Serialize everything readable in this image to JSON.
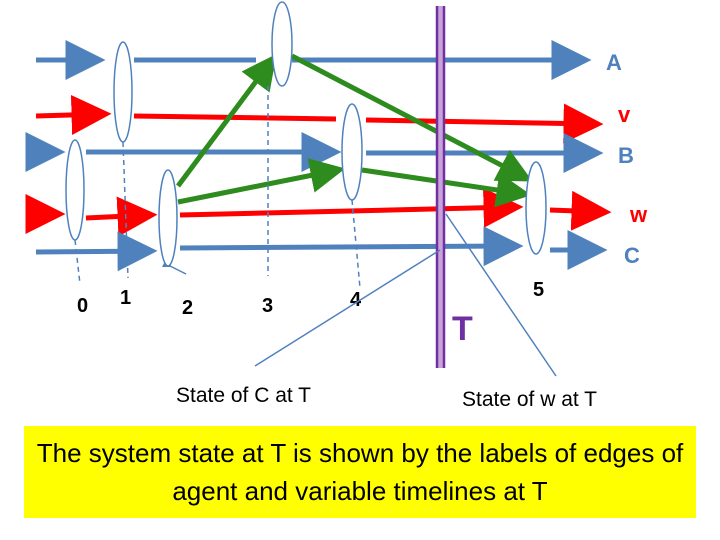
{
  "colors": {
    "agent": "#4f81bd",
    "variable": "#ff0000",
    "message": "#2e8b1e",
    "time_cut": "#7030a0",
    "time_cut_fill": "#c8a2d8",
    "ellipse_stroke": "#4f81bd",
    "caption_bg": "#ffff00",
    "event_label": "#000000",
    "note_label": "#000000"
  },
  "timelines": [
    {
      "key": "A",
      "label": "A",
      "kind": "agent"
    },
    {
      "key": "v",
      "label": "v",
      "kind": "variable"
    },
    {
      "key": "B",
      "label": "B",
      "kind": "agent"
    },
    {
      "key": "w",
      "label": "w",
      "kind": "variable"
    },
    {
      "key": "C",
      "label": "C",
      "kind": "agent"
    }
  ],
  "events": [
    {
      "id": "e0",
      "label": "0"
    },
    {
      "id": "e1",
      "label": "1"
    },
    {
      "id": "e2",
      "label": "2"
    },
    {
      "id": "e3",
      "label": "3"
    },
    {
      "id": "e4",
      "label": "4"
    },
    {
      "id": "e5",
      "label": "5"
    }
  ],
  "time_cut": {
    "label": "T"
  },
  "annotations": [
    {
      "id": "state-c",
      "text": "State of C at T"
    },
    {
      "id": "state-w",
      "text": "State of w at T"
    }
  ],
  "caption": "The system state at T is shown by the labels of edges of agent and variable timelines at T"
}
